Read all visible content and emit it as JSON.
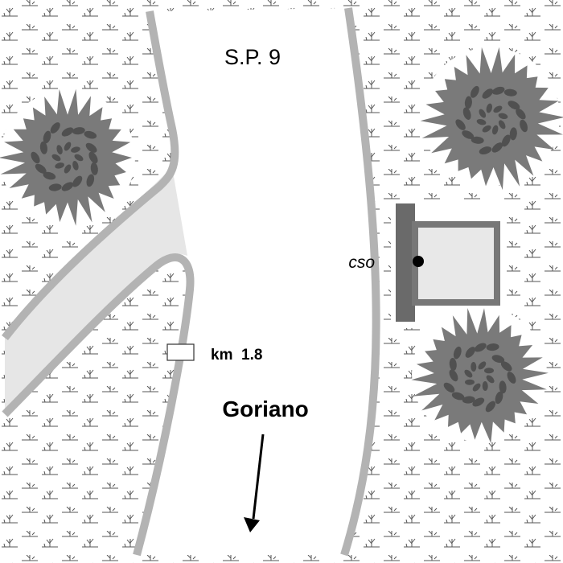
{
  "labels": {
    "road_name": "S.P. 9",
    "km_marker": "km  1.8",
    "direction_town": "Goriano",
    "structure_code": "cso"
  },
  "icons": {
    "trees": [
      "shrub-icon",
      "shrub-icon",
      "shrub-icon",
      "shrub-icon"
    ],
    "marker": "kilometer-post-icon",
    "arrow": "arrow-down-icon",
    "point": "point-marker-icon"
  },
  "colors": {
    "background": "#ffffff",
    "road_edge": "#b3b3b3",
    "side_road_fill": "#e6e6e6",
    "tree_outer": "#7a7a7a",
    "tree_inner": "#505050",
    "building_fill": "#e8e8e8",
    "building_border": "#777777",
    "wall": "#6a6a6a",
    "grass": "#555555"
  }
}
